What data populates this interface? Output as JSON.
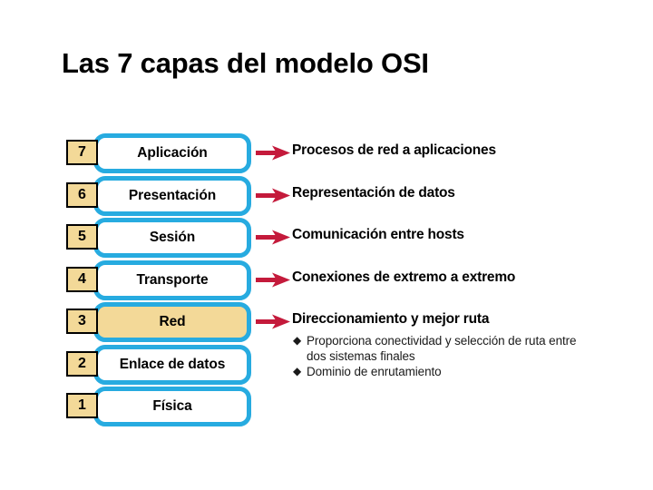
{
  "slide": {
    "title": "Las 7 capas del modelo OSI",
    "background_color": "#FFFFFF"
  },
  "colors": {
    "layer_border_blue": "#27ABE0",
    "badge_fill_tan": "#F3D998",
    "highlight_fill_tan": "#F3D998",
    "arrow_red": "#C41A3B",
    "text_black": "#000000"
  },
  "layers": [
    {
      "number": "7",
      "name": "Aplicación",
      "description": "Procesos de red a aplicaciones",
      "has_arrow": true,
      "highlighted": false
    },
    {
      "number": "6",
      "name": "Presentación",
      "description": "Representación de datos",
      "has_arrow": true,
      "highlighted": false
    },
    {
      "number": "5",
      "name": "Sesión",
      "description": "Comunicación entre hosts",
      "has_arrow": true,
      "highlighted": false
    },
    {
      "number": "4",
      "name": "Transporte",
      "description": "Conexiones de extremo a extremo",
      "has_arrow": true,
      "highlighted": false
    },
    {
      "number": "3",
      "name": "Red",
      "description": "Direccionamiento y mejor ruta",
      "has_arrow": true,
      "highlighted": true
    },
    {
      "number": "2",
      "name": "Enlace de datos",
      "description": "",
      "has_arrow": false,
      "highlighted": false
    },
    {
      "number": "1",
      "name": "Física",
      "description": "",
      "has_arrow": false,
      "highlighted": false
    }
  ],
  "sub_bullets": {
    "bullet_glyph": "◆",
    "items": [
      "Proporciona conectividad y selección de ruta entre dos sistemas finales",
      "Dominio de enrutamiento"
    ]
  }
}
